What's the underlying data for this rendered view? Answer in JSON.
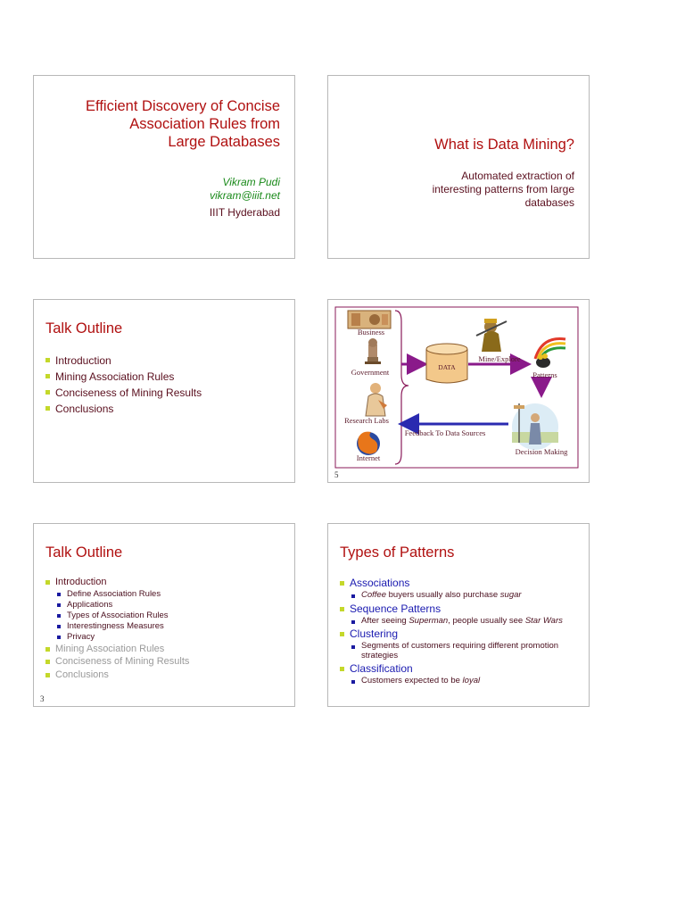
{
  "slide1": {
    "title_lines": [
      "Efficient Discovery of Concise",
      "Association Rules from",
      "Large Databases"
    ],
    "author_name": "Vikram Pudi",
    "author_email": "vikram@iiit.net",
    "institution": "IIIT Hyderabad"
  },
  "slide2": {
    "title": "What is Data Mining?",
    "desc_lines": [
      "Automated extraction of",
      "interesting patterns from large",
      "databases"
    ]
  },
  "slide3": {
    "title": "Talk Outline",
    "items": [
      "Introduction",
      "Mining Association Rules",
      "Conciseness of Mining Results",
      "Conclusions"
    ]
  },
  "slide4": {
    "sources": [
      "Business",
      "Government",
      "Research Labs",
      "Internet"
    ],
    "data_label": "DATA",
    "mine_label": "Mine/Explore",
    "patterns_label": "Patterns",
    "decision_label": "Decision Making",
    "feedback_label": "Feedback To Data Sources",
    "page_number": "5"
  },
  "slide5": {
    "title": "Talk Outline",
    "intro": "Introduction",
    "subitems": [
      "Define Association Rules",
      "Applications",
      "Types of Association Rules",
      "Interestingness Measures",
      "Privacy"
    ],
    "dim_items": [
      "Mining Association Rules",
      "Conciseness of Mining Results",
      "Conclusions"
    ],
    "page_number": "3"
  },
  "slide6": {
    "title": "Types of Patterns",
    "patterns": [
      {
        "name": "Associations",
        "parts": [
          {
            "t": "Coffee",
            "i": true
          },
          {
            "t": " buyers usually also purchase ",
            "i": false
          },
          {
            "t": "sugar",
            "i": true
          }
        ]
      },
      {
        "name": "Sequence Patterns",
        "parts": [
          {
            "t": "After seeing ",
            "i": false
          },
          {
            "t": "Superman",
            "i": true
          },
          {
            "t": ", people usually see ",
            "i": false
          },
          {
            "t": "Star Wars",
            "i": true
          }
        ]
      },
      {
        "name": "Clustering",
        "parts": [
          {
            "t": "Segments of customers requiring different promotion strategies",
            "i": false
          }
        ]
      },
      {
        "name": "Classification",
        "parts": [
          {
            "t": "Customers expected to be ",
            "i": false
          },
          {
            "t": "loyal",
            "i": true
          }
        ]
      }
    ]
  },
  "colors": {
    "title_red": "#b01010",
    "text_maroon": "#5a0f1e",
    "bullet_green": "#c4d82a",
    "pattern_blue": "#1a1ab0",
    "arrow_purple": "#8a1a8a",
    "author_green": "#1a8a1a"
  }
}
